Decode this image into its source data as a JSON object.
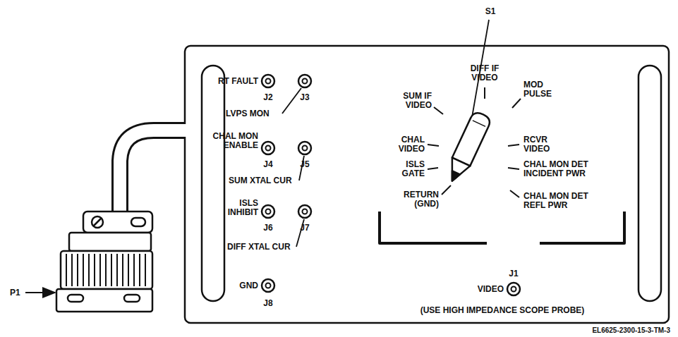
{
  "diagram": {
    "labels": [
      "S1",
      "RT FAULT",
      "J2",
      "J3",
      "LVPS MON",
      "CHAL MON ENABLE",
      "J4",
      "J5",
      "SUM XTAL CUR",
      "ISLS INHIBIT",
      "J6",
      "J7",
      "DIFF XTAL CUR",
      "GND",
      "J8",
      "SUM IF VIDEO",
      "DIFF IF VIDEO",
      "MOD PULSE",
      "CHAL VIDEO",
      "RCVR VIDEO",
      "ISLS GATE",
      "CHAL MON DET INCIDENT PWR",
      "RETURN (GND)",
      "CHAL MON DET REFL PWR",
      "J1",
      "VIDEO",
      "(USE HIGH IMPEDANCE SCOPE PROBE)",
      "P1",
      "EL6625-2300-15-3-TM-3"
    ]
  }
}
